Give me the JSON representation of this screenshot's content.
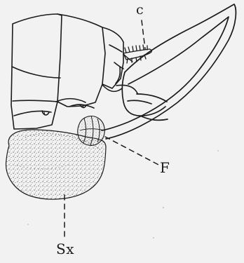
{
  "figure": {
    "labels": {
      "c": "c",
      "f": "F",
      "sx": "Sx"
    },
    "colors": {
      "ink": "#1b1b1b",
      "paper": "#f2f2f2",
      "stipple": "#444444"
    }
  }
}
